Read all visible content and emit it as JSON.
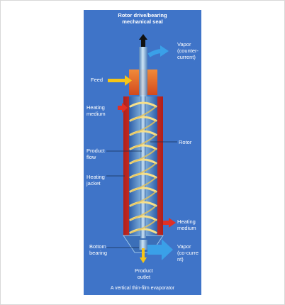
{
  "diagram": {
    "title": "Rotor drive/bearing\nmechanical seal",
    "caption": "A vertical thin-film evaporator",
    "labels": {
      "vapor_top": "Vapor\n(counter-\ncurrent)",
      "feed": "Feed",
      "heating_medium_in": "Heating\nmedium",
      "rotor": "Rotor",
      "product_flow": "Product\nflow",
      "heating_jacket": "Heating\njacket",
      "heating_medium_out": "Heating\nmedium",
      "bottom_bearing": "Bottom\nbearing",
      "vapor_bottom": "Vapor\n(co-curre\nnt)",
      "product_outlet": "Product\noutlet"
    },
    "colors": {
      "background": "#3f74c8",
      "jacket": "#d9342a",
      "feed_chamber": "#e8702a",
      "rotor_shaft": "#6fa8d8",
      "helix": "#f7e08a",
      "feed_arrow": "#f5c518",
      "vapor_arrow": "#3aa0e8",
      "heating_arrow": "#e03025",
      "outlet_arrow": "#f5c518",
      "drive_arrow": "#1a1a1a"
    }
  }
}
